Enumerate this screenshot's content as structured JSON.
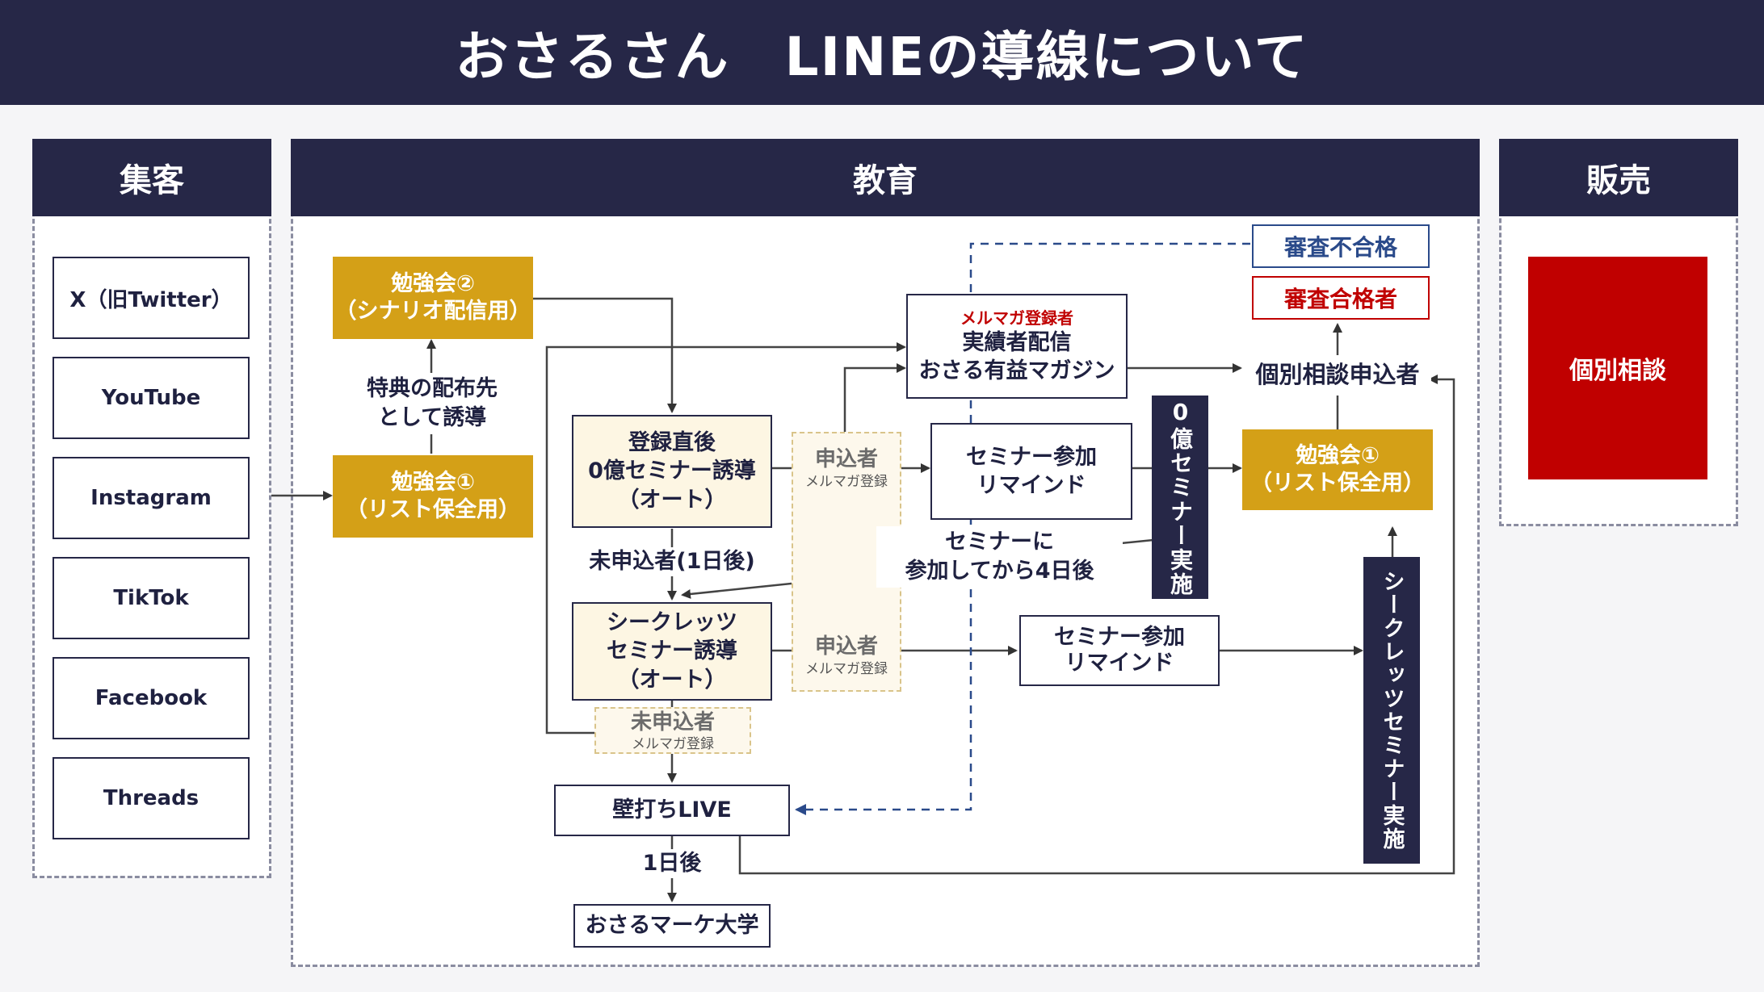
{
  "title": "おさるさん　LINEの導線について",
  "sections": {
    "acquisition": "集客",
    "education": "教育",
    "sales": "販売"
  },
  "sources": [
    "X（旧Twitter）",
    "YouTube",
    "Instagram",
    "TikTok",
    "Facebook",
    "Threads"
  ],
  "nodes": {
    "study2_line1": "勉強会②",
    "study2_line2": "（シナリオ配信用）",
    "tokuten_line1": "特典の配布先",
    "tokuten_line2": "として誘導",
    "study1_line1": "勉強会①",
    "study1_line2": "（リスト保全用）",
    "toroku_line1": "登録直後",
    "toroku_line2": "0億セミナー誘導",
    "toroku_line3": "（オート）",
    "mimoushikomi_1day": "未申込者(1日後)",
    "secrets_line1": "シークレッツ",
    "secrets_line2": "セミナー誘導",
    "secrets_line3": "（オート）",
    "mimoushikomi": "未申込者",
    "mimoushikomi_sub": "メルマガ登録",
    "moushikomi1": "申込者",
    "moushikomi1_sub": "メルマガ登録",
    "moushikomi2": "申込者",
    "moushikomi2_sub": "メルマガ登録",
    "magazine_tag": "メルマガ登録者",
    "magazine_line1": "実績者配信",
    "magazine_line2": "おさる有益マガジン",
    "remind1_line1": "セミナー参加",
    "remind1_line2": "リマインド",
    "remind2_line1": "セミナー参加",
    "remind2_line2": "リマインド",
    "after4_line1": "セミナーに",
    "after4_line2": "参加してから4日後",
    "zero_seminar": "0億セミナー実施",
    "secrets_seminar": "シークレッツセミナー実施",
    "study1r_line1": "勉強会①",
    "study1r_line2": "（リスト保全用）",
    "kobetsu_applicant": "個別相談申込者",
    "fail": "審査不合格",
    "pass": "審査合格者",
    "kabeuchi": "壁打ちLIVE",
    "one_day": "1日後",
    "daigaku": "おさるマーケ大学"
  },
  "sales_box": "個別相談",
  "colors": {
    "navy": "#262747",
    "gold": "#d4a017",
    "red": "#c00000",
    "blue": "#2a4a8a"
  }
}
